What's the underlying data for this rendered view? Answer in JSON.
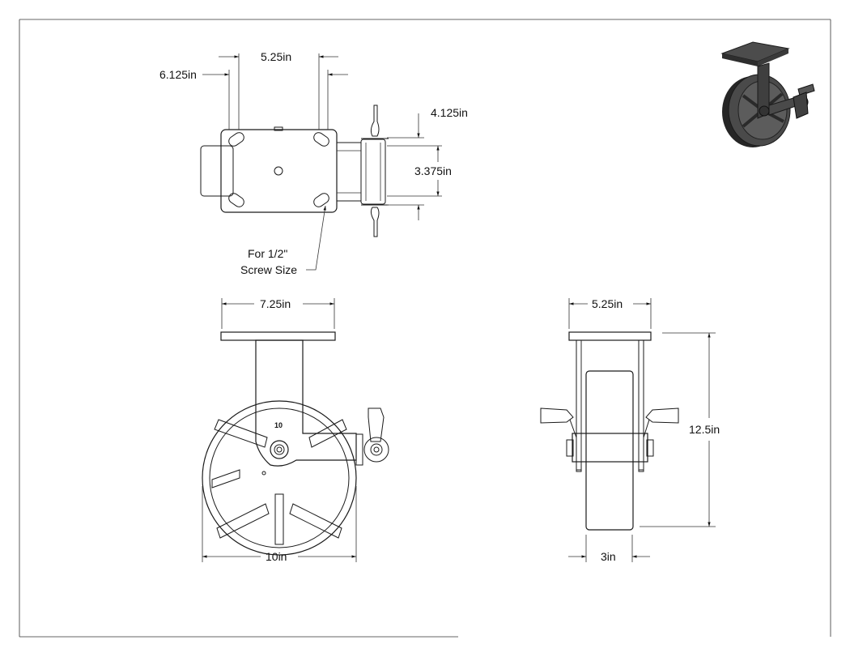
{
  "top_view": {
    "dim_bolt_x_outer": "6.125in",
    "dim_bolt_x_inner": "5.25in",
    "dim_bolt_y_outer": "4.125in",
    "dim_bolt_y_inner": "3.375in",
    "note_line1": "For 1/2\"",
    "note_line2": "Screw Size"
  },
  "side_view": {
    "dim_plate_width": "7.25in",
    "dim_wheel_diameter": "10in",
    "wheel_mark": "10"
  },
  "front_view": {
    "dim_plate_width": "5.25in",
    "dim_overall_height": "12.5in",
    "dim_wheel_width": "3in"
  },
  "iso_view": {
    "icon": "caster-render-icon"
  }
}
